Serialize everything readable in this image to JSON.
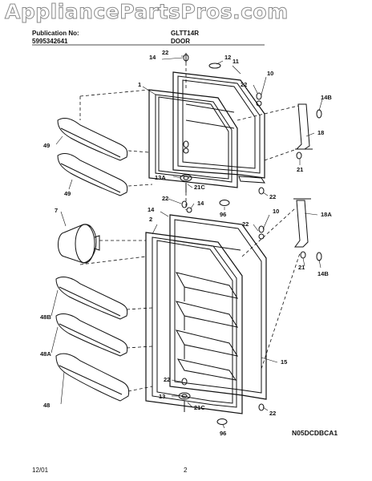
{
  "watermark": "AppliancePartsPros.com",
  "header": {
    "publication_label": "Publication No:",
    "publication_no": "5995342641",
    "model": "GLTT14R",
    "section": "DOOR"
  },
  "footer": {
    "date": "12/01",
    "page": "2",
    "figure_code": "N05DCDBCA1"
  },
  "callouts": {
    "c1": "1",
    "c2": "2",
    "c7": "7",
    "c10a": "10",
    "c10b": "10",
    "c11": "11",
    "c12": "12",
    "c13": "13",
    "c13a": "13A",
    "c14a": "14",
    "c14b": "14",
    "c14c": "14",
    "c14ba": "14B",
    "c14bb": "14B",
    "c15": "15",
    "c18": "18",
    "c18a": "18A",
    "c21a": "21",
    "c21b": "21",
    "c21ca": "21C",
    "c21cb": "21C",
    "c22a": "22",
    "c22b": "22",
    "c22c": "22",
    "c22d": "22",
    "c22e": "22",
    "c22f": "22",
    "c22g": "22",
    "c48": "48",
    "c48a": "48A",
    "c48b": "48B",
    "c49a": "49",
    "c49b": "49",
    "c96a": "96",
    "c96b": "96"
  }
}
